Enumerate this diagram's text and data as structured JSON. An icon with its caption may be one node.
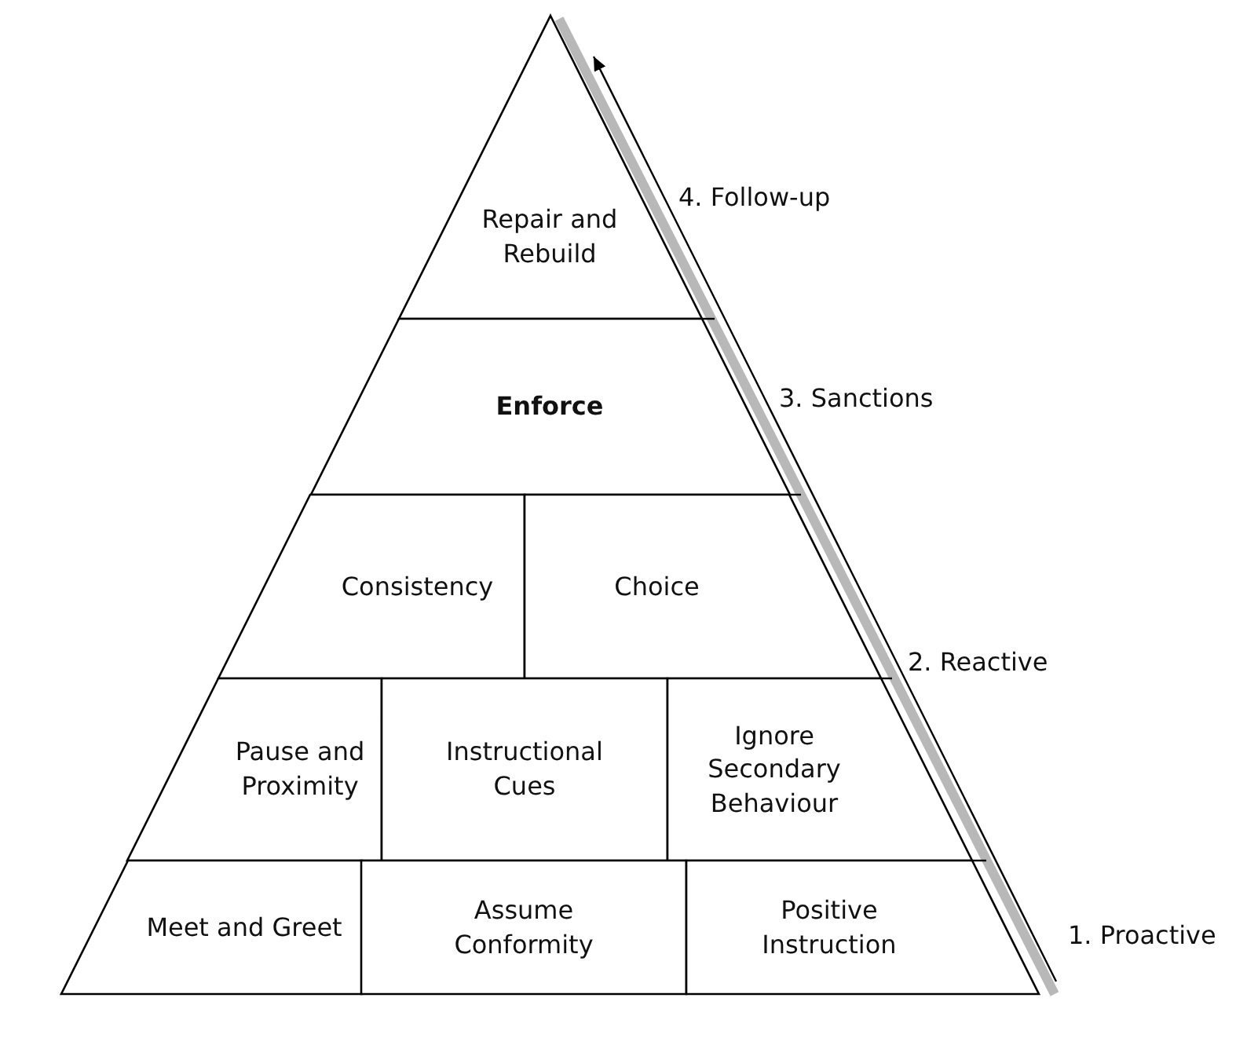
{
  "diagram": {
    "nodes": [
      {
        "text": [
          "Repair and Rebuild"
        ]
      },
      {
        "text": [
          "Enforce"
        ]
      },
      {
        "text": [
          "Consistency"
        ]
      },
      {
        "text": [
          "Choice"
        ]
      },
      {
        "text": [
          "Pause and Proximity"
        ]
      },
      {
        "text": [
          "Instructional Cues"
        ]
      },
      {
        "text": [
          "Ignore Secondary Behaviour"
        ]
      },
      {
        "text": [
          "Meet and Greet"
        ]
      },
      {
        "text": [
          "Assume Conformity"
        ]
      },
      {
        "text": [
          "Positive Instruction"
        ]
      }
    ],
    "labels": [
      "4. Follow-up",
      "3. Sanctions",
      "2. Reactive",
      "1. Proactive"
    ]
  }
}
